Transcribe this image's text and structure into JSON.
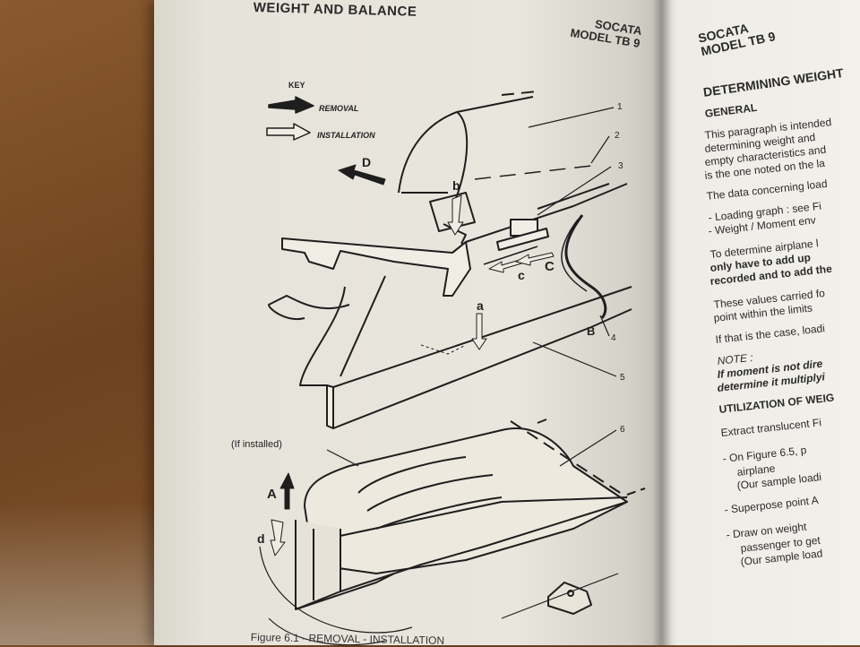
{
  "left_page": {
    "header": "WEIGHT AND BALANCE",
    "header_right": "SOCATA",
    "header_right_model": "MODEL TB 9",
    "key": {
      "title": "KEY",
      "removal": "REMOVAL",
      "installation": "INSTALLATION"
    },
    "callouts": [
      "1",
      "2",
      "3",
      "4",
      "5",
      "6"
    ],
    "letters": {
      "D": "D",
      "b": "b",
      "c": "c",
      "C": "C",
      "a": "a",
      "B": "B",
      "A": "A",
      "d": "d"
    },
    "if_installed": "(If installed)",
    "caption": "Figure 6.1 - REMOVAL - INSTALLATION"
  },
  "right_page": {
    "socata": "SOCATA",
    "model": "MODEL TB 9",
    "heading": "DETERMINING WEIGHT",
    "general": "GENERAL",
    "lines": [
      "This paragraph is intended",
      "determining  weight  and",
      "empty characteristics and",
      "is the one noted on the la",
      "The data concerning load",
      "-  Loading graph : see Fi",
      "-  Weight / Moment env",
      "To determine airplane l",
      "only  have  to  add  up",
      "recorded and to add the",
      "These values carried fo",
      "point within the limits",
      "If that is the case, loadi",
      "NOTE :",
      "If moment is not dire",
      "determine it multiplyi",
      "UTILIZATION OF WEIG",
      "Extract translucent Fi",
      "-  On  Figure  6.5,  p",
      "airplane",
      "(Our sample loadi",
      "-  Superpose point A",
      "-  Draw on weight",
      "passenger to get",
      "(Our sample load"
    ]
  },
  "colors": {
    "paper": "#e9e6dd",
    "ink": "#222222",
    "table": "#7a4a24"
  }
}
